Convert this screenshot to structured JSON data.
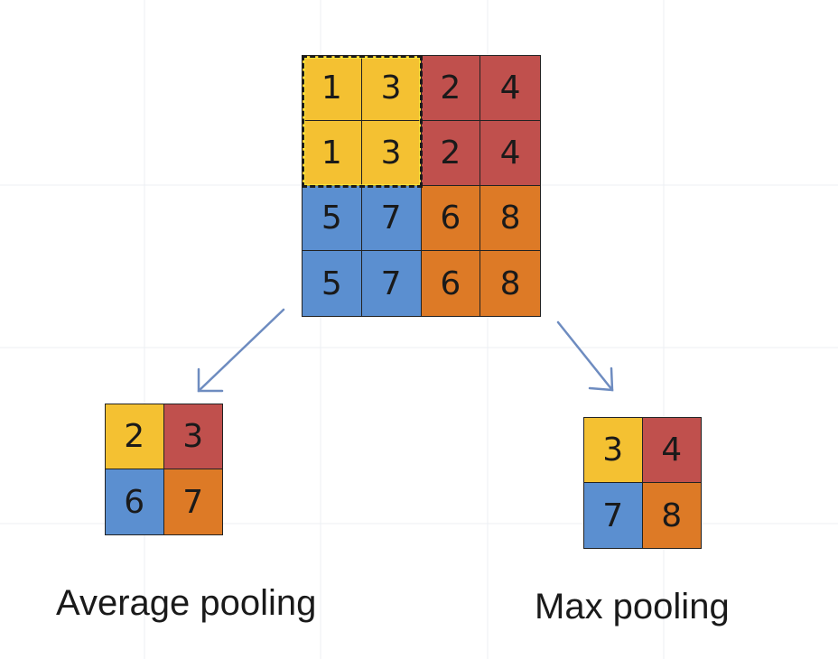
{
  "input_grid": {
    "cells": [
      {
        "value": "1",
        "color": "#f4c132"
      },
      {
        "value": "3",
        "color": "#f4c132"
      },
      {
        "value": "2",
        "color": "#c0504d"
      },
      {
        "value": "4",
        "color": "#c0504d"
      },
      {
        "value": "1",
        "color": "#f4c132"
      },
      {
        "value": "3",
        "color": "#f4c132"
      },
      {
        "value": "2",
        "color": "#c0504d"
      },
      {
        "value": "4",
        "color": "#c0504d"
      },
      {
        "value": "5",
        "color": "#5b8fd0"
      },
      {
        "value": "7",
        "color": "#5b8fd0"
      },
      {
        "value": "6",
        "color": "#dd7a26"
      },
      {
        "value": "8",
        "color": "#dd7a26"
      },
      {
        "value": "5",
        "color": "#5b8fd0"
      },
      {
        "value": "7",
        "color": "#5b8fd0"
      },
      {
        "value": "6",
        "color": "#dd7a26"
      },
      {
        "value": "8",
        "color": "#dd7a26"
      }
    ]
  },
  "average_pooling": {
    "label": "Average pooling",
    "cells": [
      {
        "value": "2",
        "color": "#f4c132"
      },
      {
        "value": "3",
        "color": "#c0504d"
      },
      {
        "value": "6",
        "color": "#5b8fd0"
      },
      {
        "value": "7",
        "color": "#dd7a26"
      }
    ]
  },
  "max_pooling": {
    "label": "Max pooling",
    "cells": [
      {
        "value": "3",
        "color": "#f4c132"
      },
      {
        "value": "4",
        "color": "#c0504d"
      },
      {
        "value": "7",
        "color": "#5b8fd0"
      },
      {
        "value": "8",
        "color": "#dd7a26"
      }
    ]
  },
  "colors": {
    "yellow": "#f4c132",
    "red": "#c0504d",
    "blue": "#5b8fd0",
    "orange": "#dd7a26",
    "arrow": "#6e8cc0",
    "highlight": "#fff23a"
  }
}
